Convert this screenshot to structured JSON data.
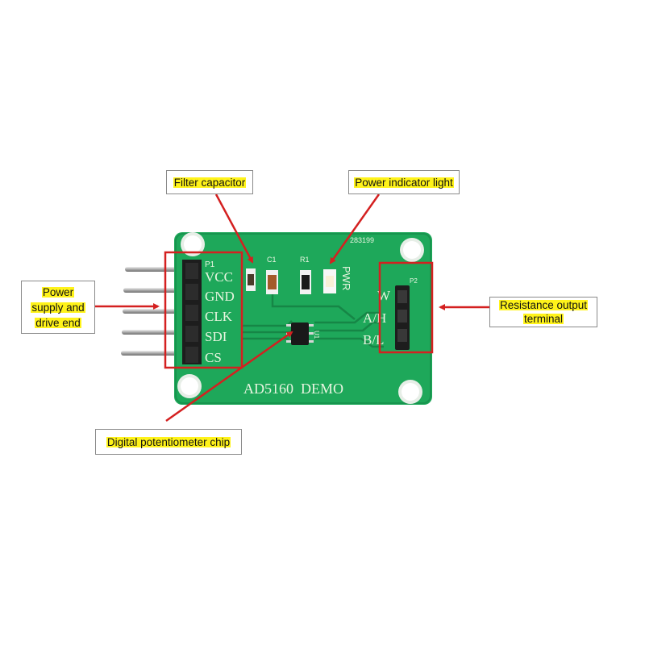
{
  "callouts": {
    "filter_capacitor": "Filter capacitor",
    "power_indicator": "Power indicator light",
    "power_supply_line1": "Power",
    "power_supply_line2": "supply and",
    "power_supply_line3": "drive end",
    "resistance_line1": "Resistance output",
    "resistance_line2": "terminal",
    "chip": "Digital potentiometer chip"
  },
  "board": {
    "p1_label": "P1",
    "p1_pins": [
      "VCC",
      "GND",
      "CLK",
      "SDI",
      "CS"
    ],
    "p2_label": "P2",
    "p2_pins": [
      "W",
      "A/H",
      "B/L"
    ],
    "c1": "C1",
    "r1": "R1",
    "pwr": "PWR",
    "u1": "U1",
    "serial": "283199",
    "title": "AD5160  DEMO"
  },
  "colors": {
    "pcb": "#1ea85a",
    "pcb_dark": "#168646",
    "silk": "#e8f5e0",
    "arrow": "#d42020",
    "highlight": "#fff31a"
  }
}
